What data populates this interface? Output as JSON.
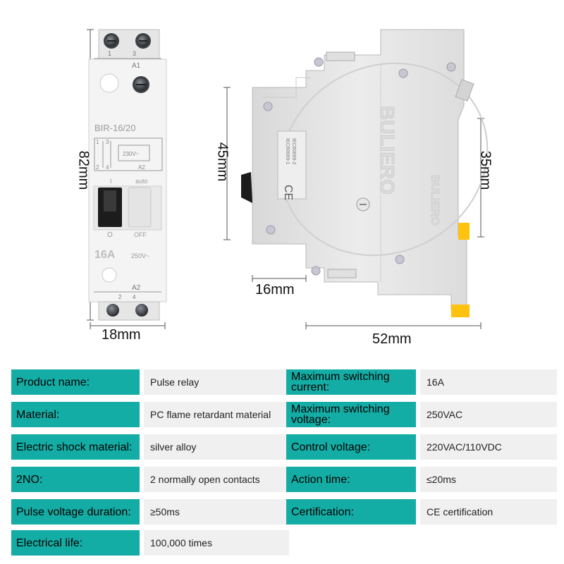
{
  "product_image": {
    "front": {
      "model": "BIR-16/20",
      "terminal_top": [
        "1",
        "3"
      ],
      "a1": "A1",
      "contacts": [
        "1",
        "3",
        "2",
        "4"
      ],
      "coil_voltage": "230V~",
      "a2": "A2",
      "switch_on": "I",
      "switch_off": "O",
      "auto": "auto",
      "off": "OFF",
      "rating": "16A",
      "voltage": "250V~",
      "a2_bottom": "A2",
      "terminal_bottom": [
        "2",
        "4"
      ]
    },
    "side": {
      "brand_top": "BULIERO",
      "brand_bottom": "BULIERO",
      "standard_1": "IEC60669-1",
      "standard_2": "IEC60669-2",
      "mark": "CE"
    }
  },
  "dimensions": {
    "height": "82mm",
    "width_front": "18mm",
    "depth_upper": "45mm",
    "depth_lower": "35mm",
    "width_side_inner": "16mm",
    "width_side": "52mm"
  },
  "specs": [
    {
      "label": "Product name:",
      "value": "Pulse relay"
    },
    {
      "label": "Maximum switching current:",
      "value": "16A"
    },
    {
      "label": "Material:",
      "value": "PC flame retardant material"
    },
    {
      "label": "Maximum switching voltage:",
      "value": "250VAC"
    },
    {
      "label": "Electric shock material:",
      "value": "silver alloy"
    },
    {
      "label": "Control voltage:",
      "value": "220VAC/110VDC"
    },
    {
      "label": "2NO:",
      "value": "2 normally open contacts"
    },
    {
      "label": "Action time:",
      "value": "≤20ms"
    },
    {
      "label": "Pulse voltage duration:",
      "value": "≥50ms"
    },
    {
      "label": "Certification:",
      "value": "CE certification"
    },
    {
      "label": "Electrical life:",
      "value": "100,000 times"
    }
  ]
}
